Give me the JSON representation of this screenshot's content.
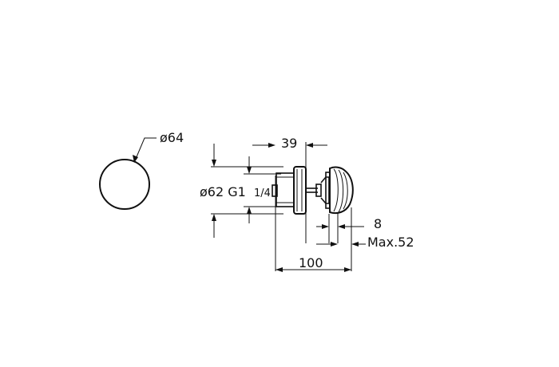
{
  "drawing": {
    "front_view": {
      "diameter_label": "ø64"
    },
    "side_view": {
      "top_dimension_label": "39",
      "thread_label_prefix": "ø62 G1",
      "thread_label_fraction": "1/4",
      "gap_label": "8",
      "max_label": "Max.52",
      "length_label": "100"
    },
    "colors": {
      "line": "#111111",
      "background": "#ffffff"
    }
  }
}
